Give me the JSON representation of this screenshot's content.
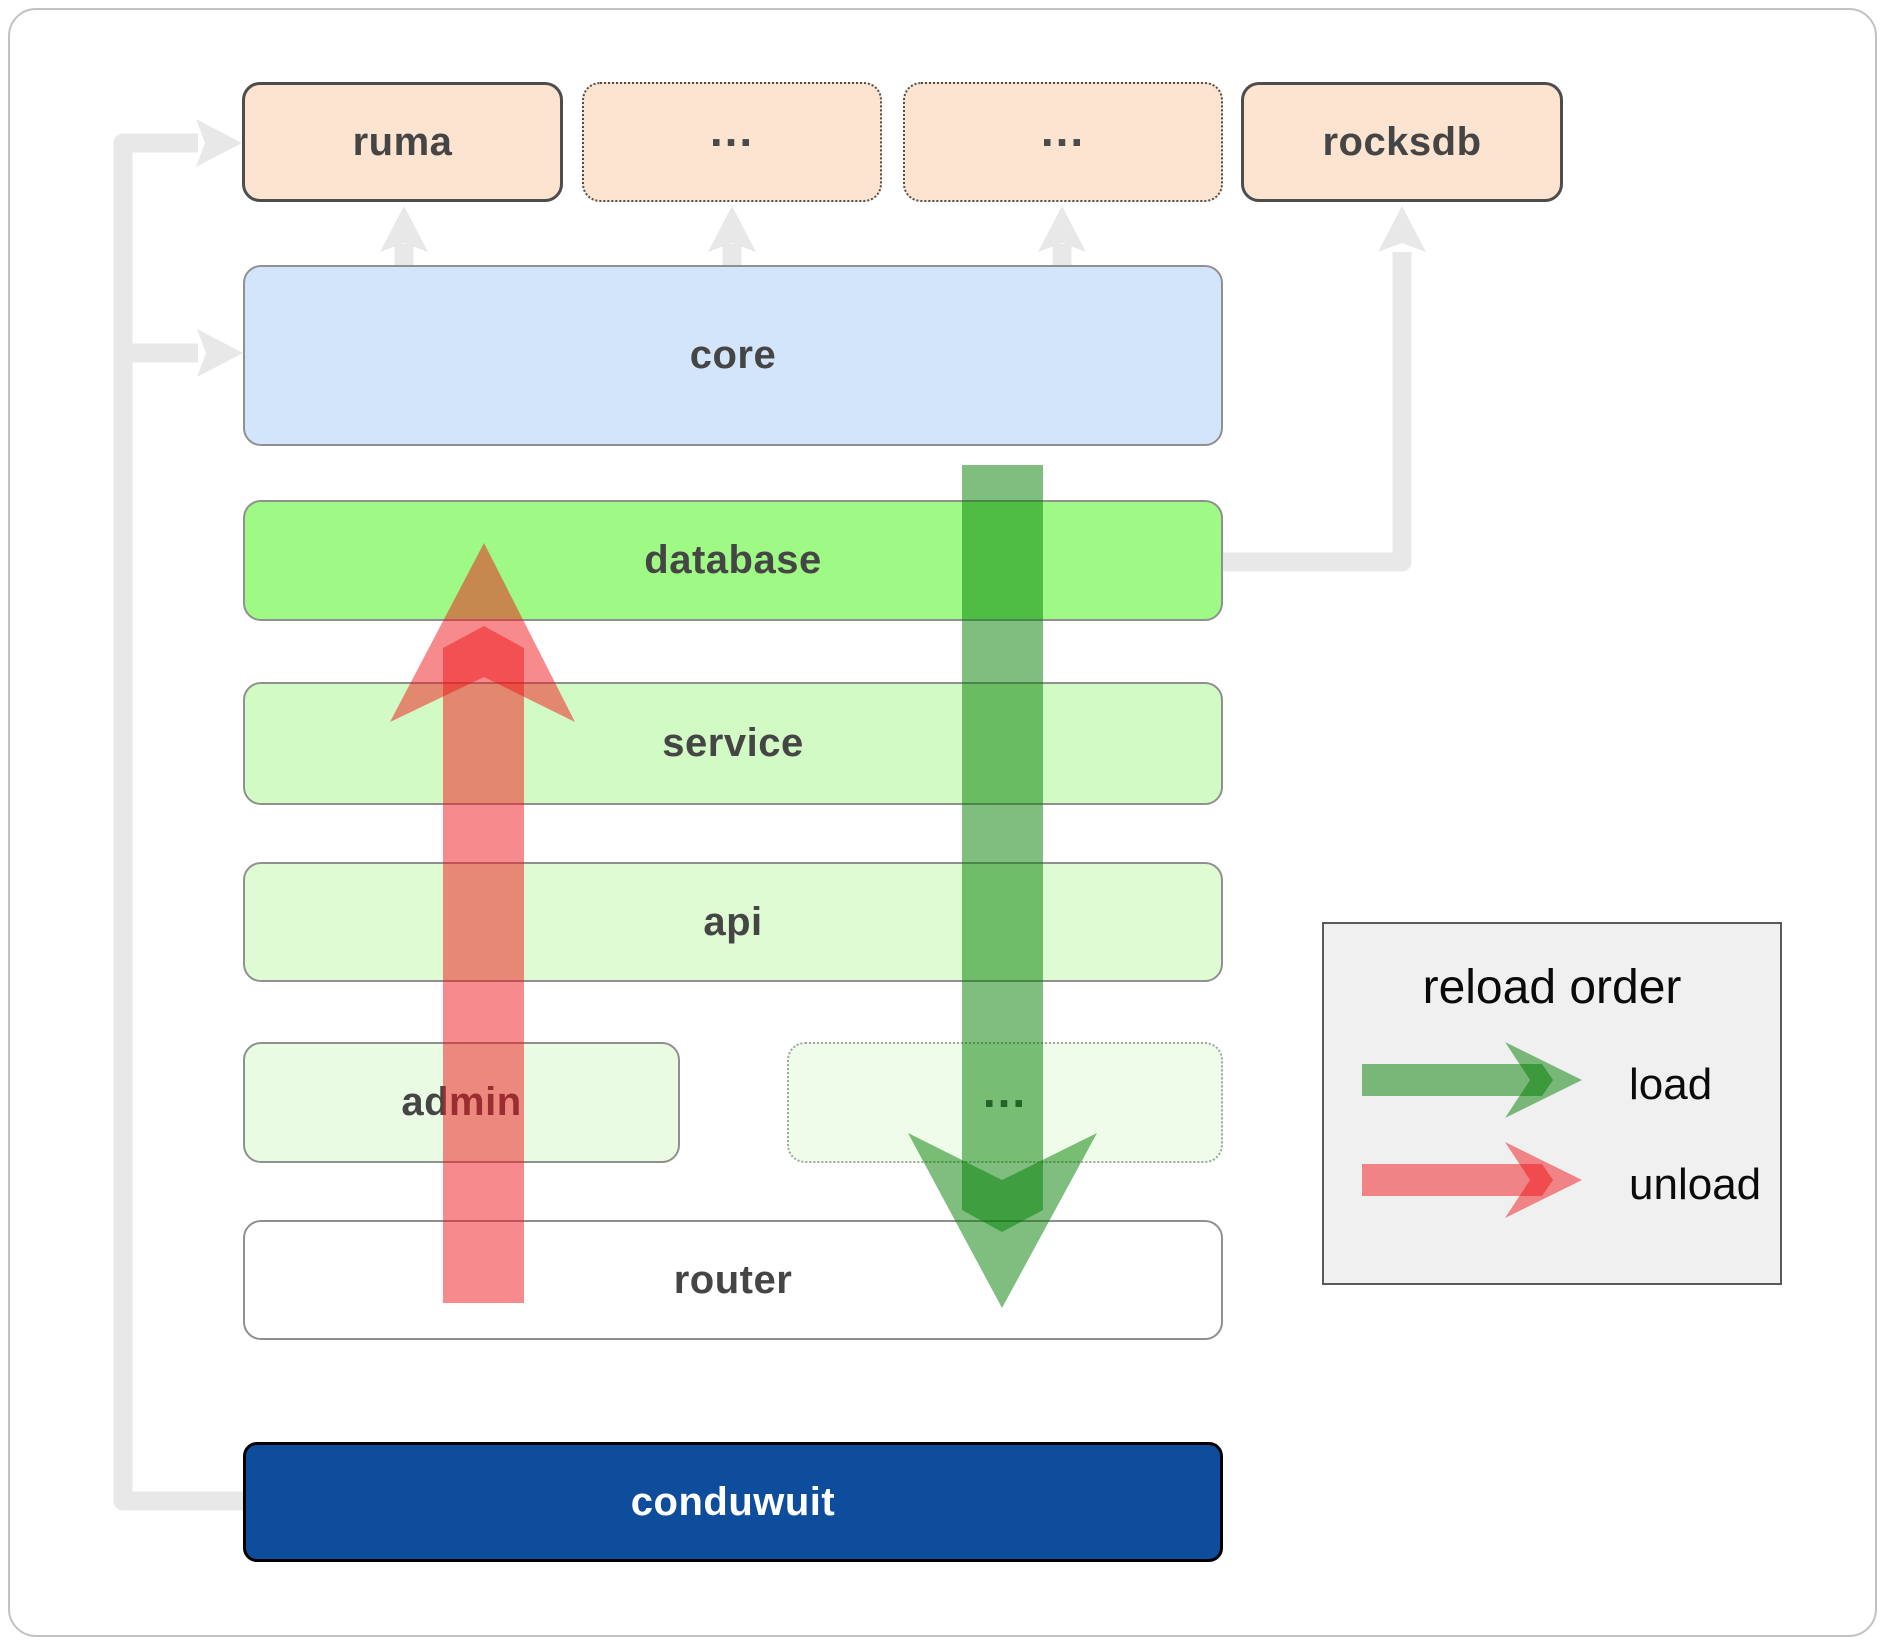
{
  "diagram": {
    "top_row": [
      {
        "id": "ruma",
        "label": "ruma",
        "border": "solid"
      },
      {
        "id": "ellipsis-1",
        "label": "...",
        "border": "dotted"
      },
      {
        "id": "ellipsis-2",
        "label": "...",
        "border": "dotted"
      },
      {
        "id": "rocksdb",
        "label": "rocksdb",
        "border": "solid"
      }
    ],
    "layers": [
      {
        "id": "core",
        "label": "core"
      },
      {
        "id": "database",
        "label": "database"
      },
      {
        "id": "service",
        "label": "service"
      },
      {
        "id": "api",
        "label": "api"
      },
      {
        "id": "admin",
        "label": "admin"
      },
      {
        "id": "admin-ellipsis",
        "label": "..."
      },
      {
        "id": "router",
        "label": "router"
      },
      {
        "id": "conduwuit",
        "label": "conduwuit"
      }
    ],
    "arrows": {
      "load": {
        "direction": "down",
        "from": "database",
        "to": "router"
      },
      "unload": {
        "direction": "up",
        "from": "router",
        "to": "database"
      }
    }
  },
  "legend": {
    "title": "reload order",
    "items": [
      {
        "label": "load",
        "color": "#007d00"
      },
      {
        "label": "unload",
        "color": "#ef1519"
      }
    ]
  },
  "colors": {
    "load_green": "#007d00",
    "unload_red": "#ef1519",
    "connector_gray": "#e8e8e8",
    "peach_box": "#fce4d1",
    "core_blue": "#d2e5fa",
    "database_green": "#9efa85",
    "conduwuit_blue": "#0d4d9c"
  }
}
